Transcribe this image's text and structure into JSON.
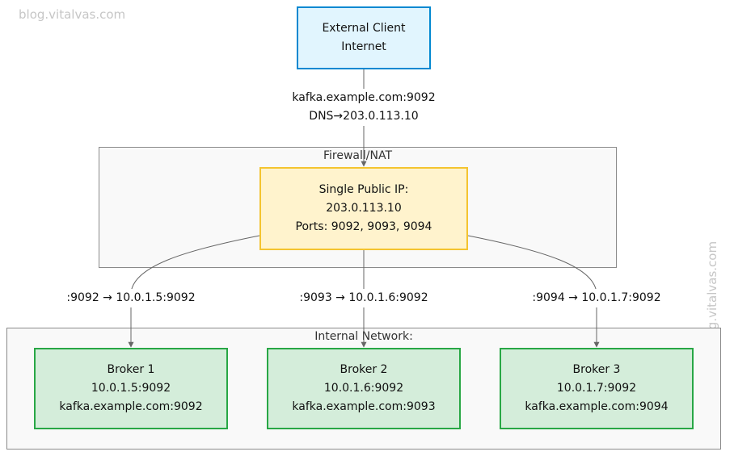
{
  "watermark": "blog.vitalvas.com",
  "colors": {
    "client_fill": "#e1f5fe",
    "client_border": "#0288d1",
    "gateway_fill": "#fff3cd",
    "gateway_border": "#f4c430",
    "broker_fill": "#d4edda",
    "broker_border": "#28a745",
    "edge": "#666666",
    "cluster_fill": "#f9f9f9",
    "cluster_border": "#8a8a8a"
  },
  "nodes": {
    "client": {
      "line1": "External Client",
      "line2": "Internet"
    },
    "gateway": {
      "line1": "Single Public IP:",
      "line2": "203.0.113.10",
      "line3": "Ports: 9092, 9093, 9094"
    },
    "broker1": {
      "line1": "Broker 1",
      "line2": "10.0.1.5:9092",
      "line3": "kafka.example.com:9092"
    },
    "broker2": {
      "line1": "Broker 2",
      "line2": "10.0.1.6:9092",
      "line3": "kafka.example.com:9093"
    },
    "broker3": {
      "line1": "Broker 3",
      "line2": "10.0.1.7:9092",
      "line3": "kafka.example.com:9094"
    }
  },
  "clusters": {
    "firewall": {
      "title": "Firewall/NAT"
    },
    "internal": {
      "title": "Internal Network:"
    }
  },
  "edges": {
    "client_to_gateway": {
      "line1": "kafka.example.com:9092",
      "line2": "DNS→203.0.113.10"
    },
    "to_broker1": {
      "label": ":9092 → 10.0.1.5:9092"
    },
    "to_broker2": {
      "label": ":9093 → 10.0.1.6:9092"
    },
    "to_broker3": {
      "label": ":9094 → 10.0.1.7:9092"
    }
  }
}
